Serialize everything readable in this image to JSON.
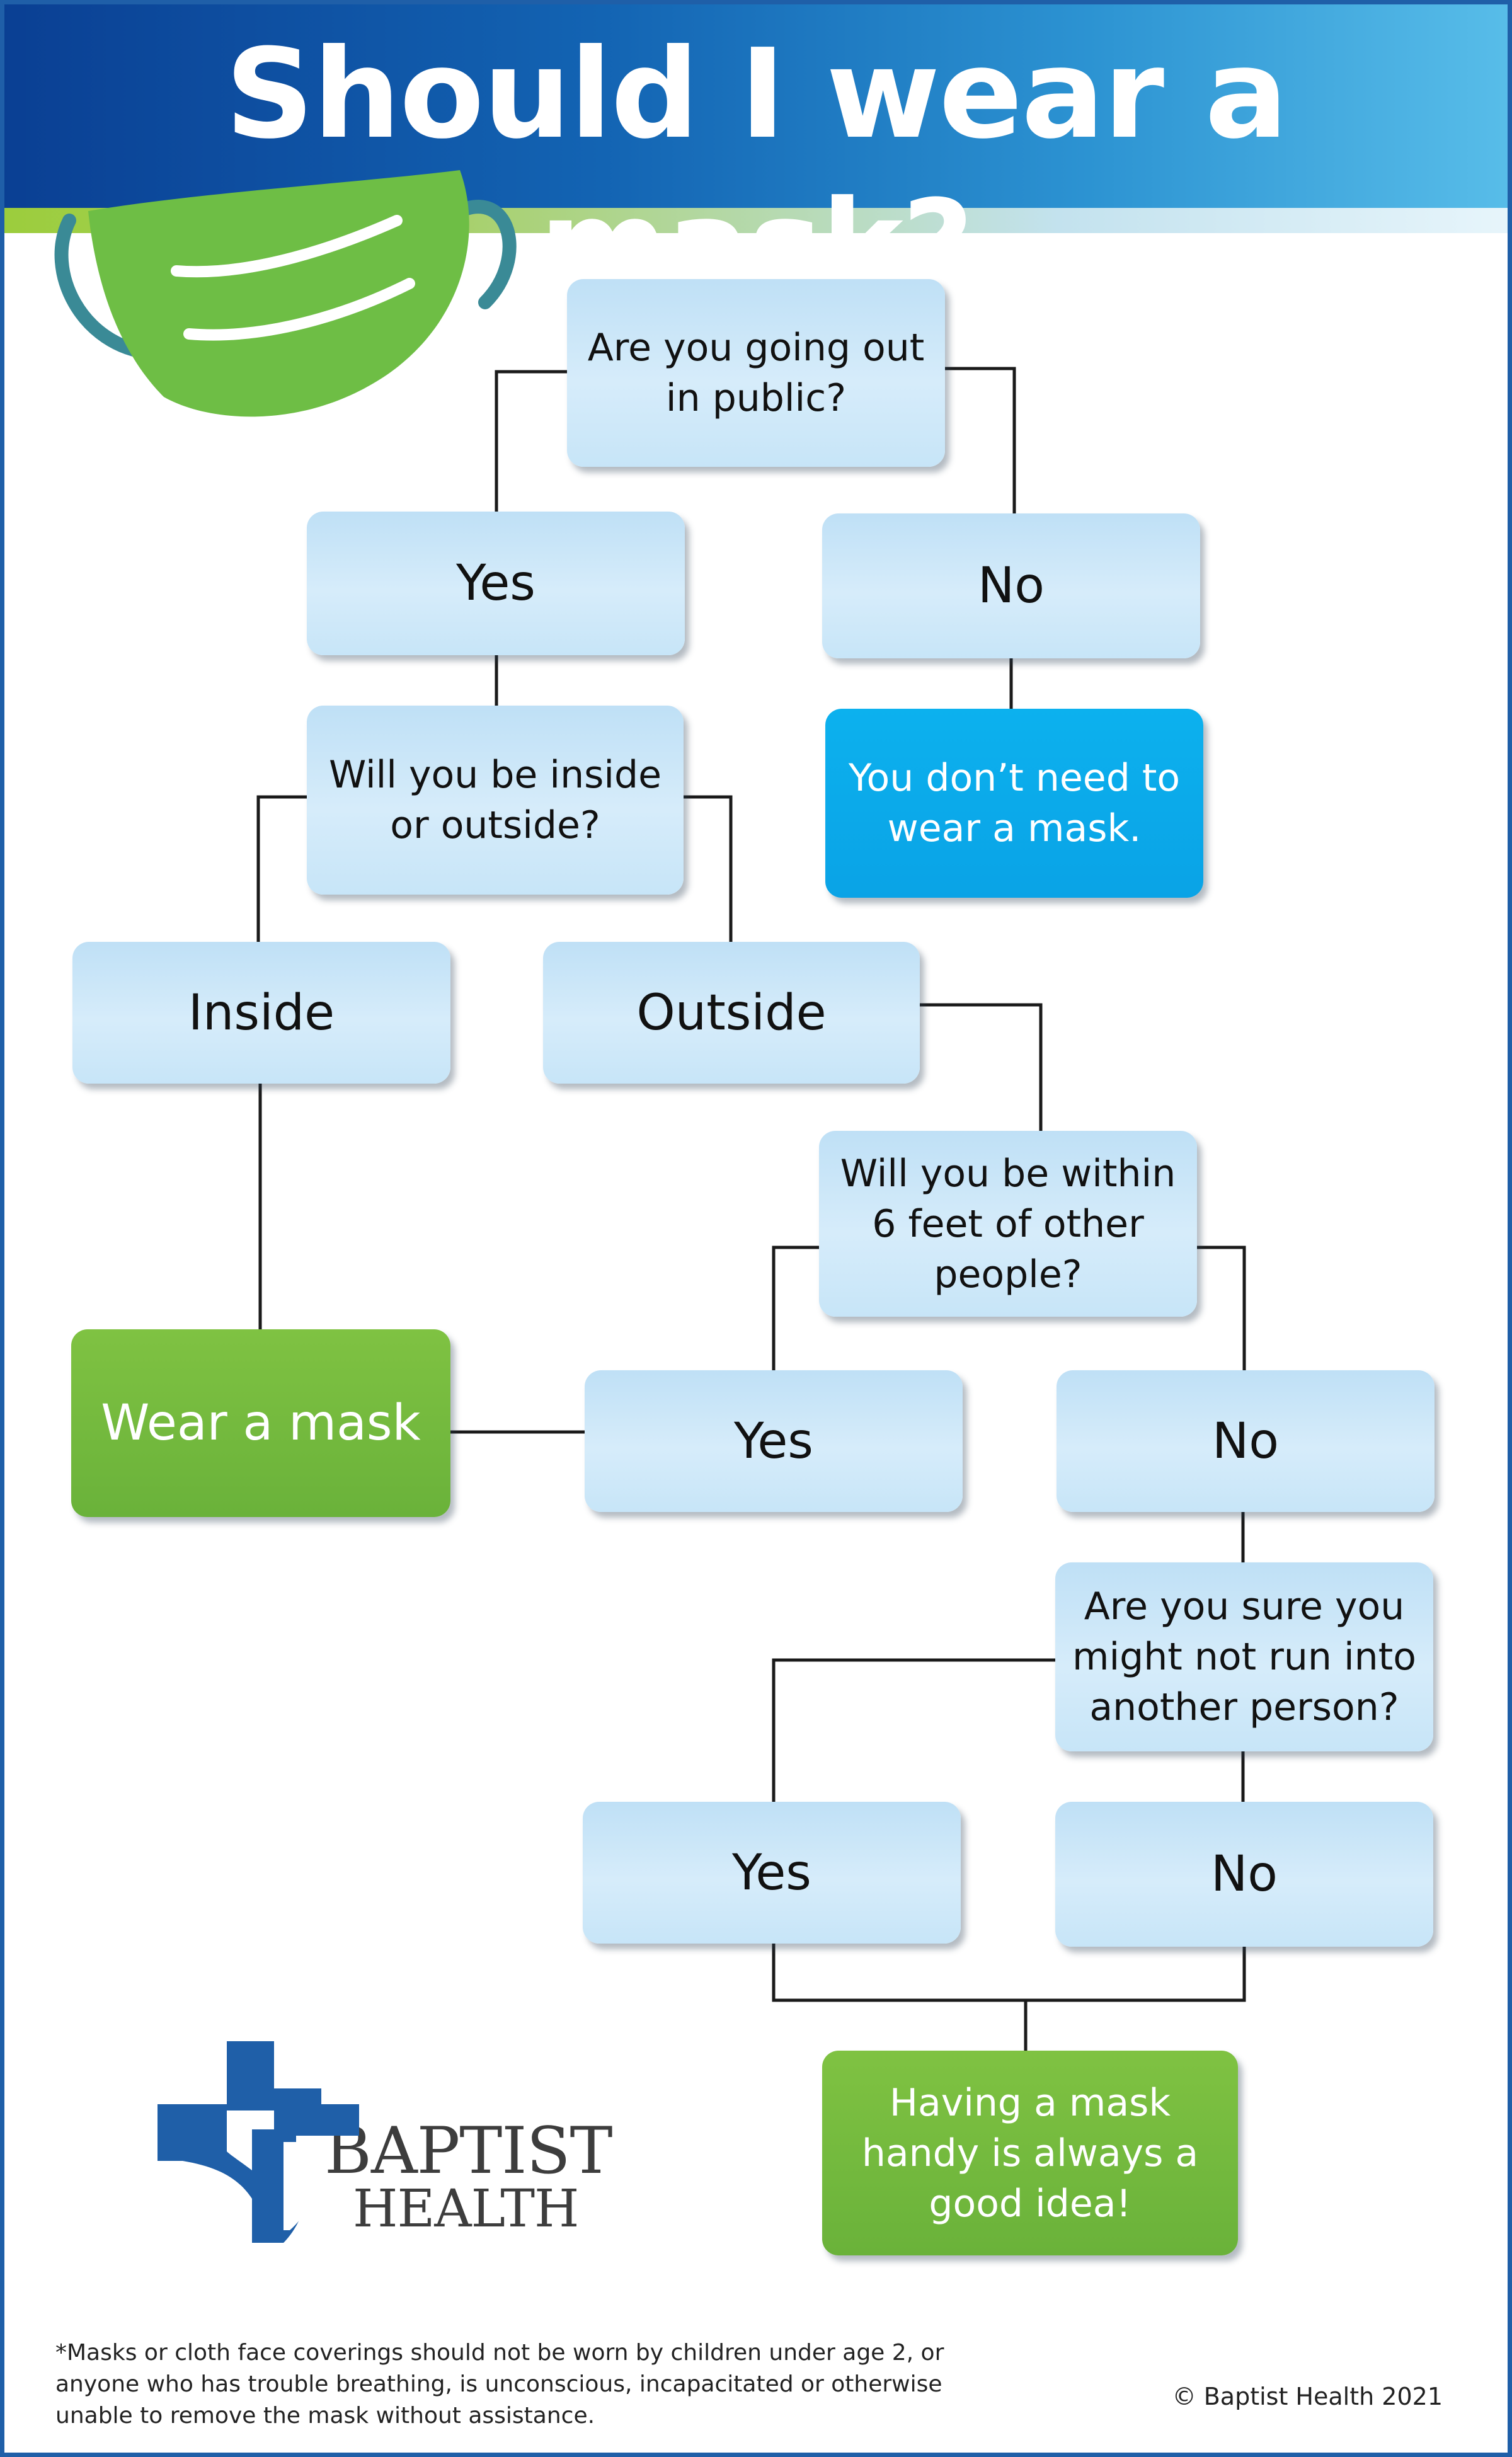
{
  "title": "Should I wear a mask?",
  "nodes": {
    "q_public": "Are you going out in public?",
    "yes_public": "Yes",
    "no_public": "No",
    "no_mask_needed": "You don’t need to wear a mask.",
    "q_inside_outside": "Will you be inside or outside?",
    "inside": "Inside",
    "outside": "Outside",
    "q_within_6ft": "Will you be within 6 feet of other people?",
    "wear_mask": "Wear a mask",
    "yes_6ft": "Yes",
    "no_6ft": "No",
    "q_sure": "Are you sure you might not run into another person?",
    "yes_sure": "Yes",
    "no_sure": "No",
    "mask_handy": "Having a mask handy is always a good idea!"
  },
  "logo": {
    "line1": "BAPTIST",
    "line2": "HEALTH"
  },
  "footnote": "*Masks or cloth face coverings should not be worn by children under age 2, or anyone who has trouble breathing, is unconscious, incapacitated or otherwise unable to remove the mask without assistance.",
  "copyright": "© Baptist Health 2021",
  "colors": {
    "header_blue": "#0a3f93",
    "question_box": "#cfe8f8",
    "info_blue": "#0aa9ea",
    "action_green": "#72b83e",
    "logo_blue": "#1f5fa8"
  }
}
